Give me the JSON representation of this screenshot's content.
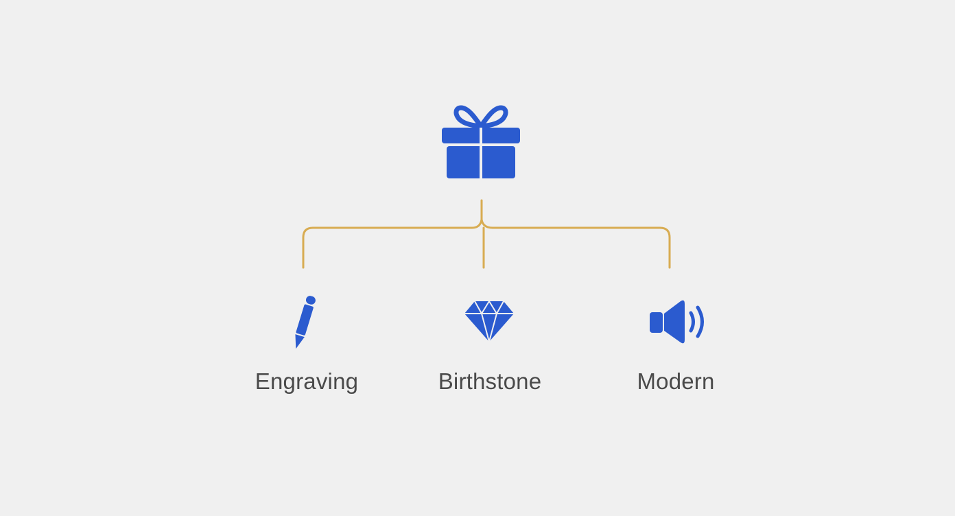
{
  "colors": {
    "background": "#f0f0f0",
    "icon_blue": "#2b5bcf",
    "connector_gold": "#d8ac52",
    "label_text": "#4a4a4a"
  },
  "root": {
    "icon": "gift-icon"
  },
  "options": [
    {
      "icon": "pencil-icon",
      "label": "Engraving"
    },
    {
      "icon": "diamond-icon",
      "label": "Birthstone"
    },
    {
      "icon": "speaker-icon",
      "label": "Modern"
    }
  ]
}
